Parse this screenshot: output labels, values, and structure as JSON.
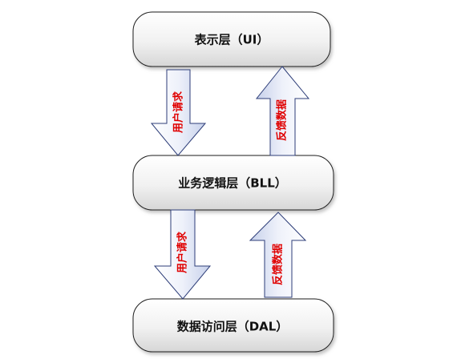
{
  "layers": {
    "presentation": "表示层（UI）",
    "business": "业务逻辑层（BLL）",
    "data_access": "数据访问层（DAL）"
  },
  "arrows": {
    "request_label": "用户请求",
    "feedback_label": "反馈数据"
  },
  "colors": {
    "box_fill_top": "#ffffff",
    "box_fill_bottom": "#d7d7d7",
    "arrow_fill_light": "#ffffff",
    "arrow_fill_dark": "#c9d3ec",
    "arrow_stroke": "#2d3d78",
    "arrow_text": "#e00000"
  }
}
